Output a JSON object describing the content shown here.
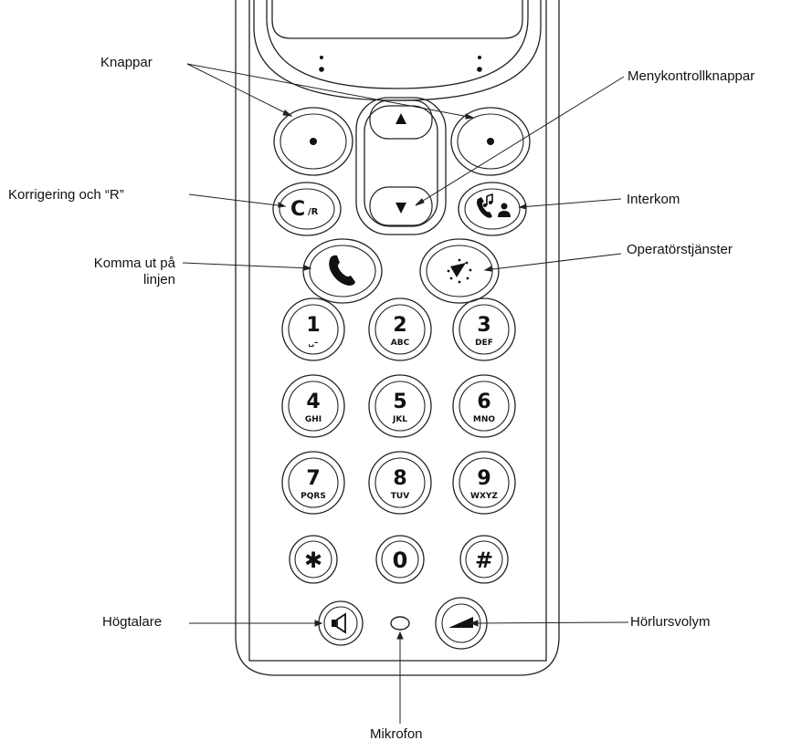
{
  "labels": {
    "knappar": "Knappar",
    "menykontroll": "Menykontrollknappar",
    "korrigering": "Korrigering och “R”",
    "interkom": "Interkom",
    "komma_line1": "Komma ut på",
    "komma_line2": "linjen",
    "operator": "Operatörstjänster",
    "hogtalare": "Högtalare",
    "horlur": "Hörlursvolym",
    "mikrofon": "Mikrofon"
  },
  "keys": [
    {
      "digit": "1",
      "letters": "␣–"
    },
    {
      "digit": "2",
      "letters": "ABC"
    },
    {
      "digit": "3",
      "letters": "DEF"
    },
    {
      "digit": "4",
      "letters": "GHI"
    },
    {
      "digit": "5",
      "letters": "JKL"
    },
    {
      "digit": "6",
      "letters": "MNO"
    },
    {
      "digit": "7",
      "letters": "PQRS"
    },
    {
      "digit": "8",
      "letters": "TUV"
    },
    {
      "digit": "9",
      "letters": "WXYZ"
    },
    {
      "digit": "✱",
      "letters": ""
    },
    {
      "digit": "0",
      "letters": ""
    },
    {
      "digit": "#",
      "letters": ""
    }
  ],
  "icons": {
    "softkey": "dot-icon",
    "nav_up": "triangle-up-icon",
    "nav_down": "triangle-down-icon",
    "correction": "C/R",
    "intercom": "intercom-icon",
    "call": "handset-icon",
    "operator": "operator-services-icon",
    "speaker": "speaker-icon",
    "volume": "volume-wedge-icon",
    "microphone": "microphone-hole-icon"
  }
}
